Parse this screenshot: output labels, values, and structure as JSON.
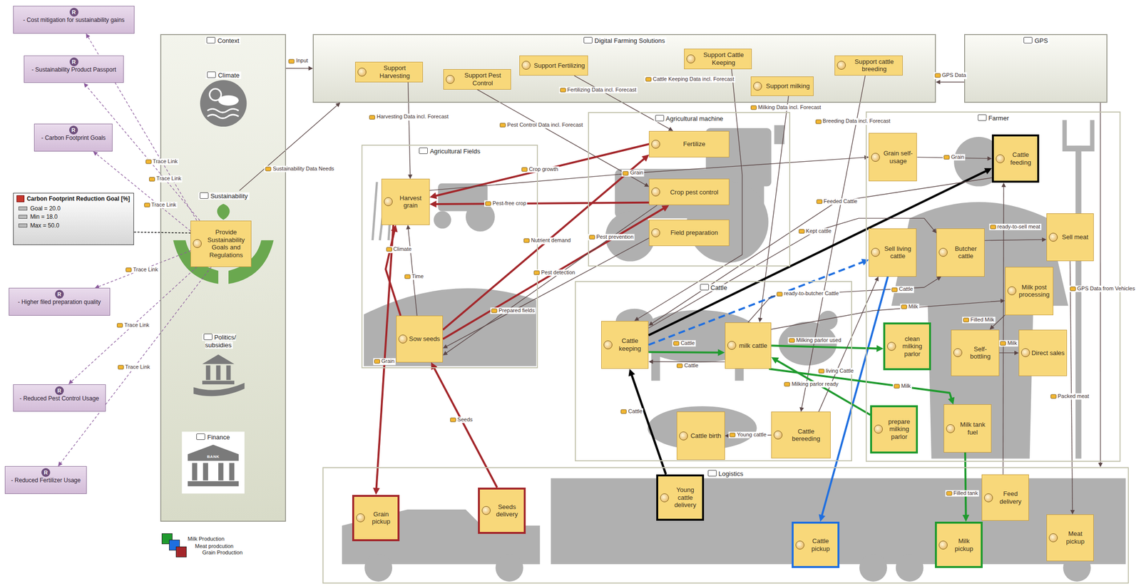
{
  "diagram": {
    "nodes": [
      {
        "text": [
          "R",
          "- Cost mitigation for sustainability gains"
        ]
      },
      {
        "text": [
          "R",
          "- Sustainability Product Passport"
        ]
      },
      {
        "text": [
          "R",
          "- Carbon Footprint Goals"
        ]
      },
      {
        "text": [
          "Carbon Footprint Reduction Goal [%]",
          "Goal = 20.0",
          "Min = 18.0",
          "Max = 50.0"
        ]
      },
      {
        "text": [
          "R",
          "- Higher filed preparation quality"
        ]
      },
      {
        "text": [
          "R",
          "- Reduced Pest Control Usage"
        ]
      },
      {
        "text": [
          "R",
          "- Reduced Fertilizer Usage"
        ]
      },
      {
        "text": [
          "Context"
        ]
      },
      {
        "text": [
          "Climate"
        ],
        "in": 7
      },
      {
        "text": [
          "Sustainability"
        ],
        "in": 7
      },
      {
        "text": [
          "Provide Sustainability Goals and Regulations"
        ],
        "in": 9
      },
      {
        "text": [
          "Politics/ subsidies"
        ],
        "in": 7
      },
      {
        "text": [
          "Finance"
        ],
        "in": 7
      },
      {
        "text": [
          "Digital Farming Solutions"
        ]
      },
      {
        "text": [
          "Support Harvesting"
        ],
        "in": 13
      },
      {
        "text": [
          "Support Pest Control"
        ],
        "in": 13
      },
      {
        "text": [
          "Support Fertilizing"
        ],
        "in": 13
      },
      {
        "text": [
          "Support Cattle Keeping"
        ],
        "in": 13
      },
      {
        "text": [
          "Support milking"
        ],
        "in": 13
      },
      {
        "text": [
          "Support cattle breeding"
        ],
        "in": 13
      },
      {
        "text": [
          "GPS"
        ]
      },
      {
        "text": [
          "Agricultural Fields"
        ]
      },
      {
        "text": [
          "Harvest grain"
        ],
        "in": 21
      },
      {
        "text": [
          "Sow seeds"
        ],
        "in": 21
      },
      {
        "text": [
          "Agricultural machine"
        ]
      },
      {
        "text": [
          "Fertilize"
        ],
        "in": 24
      },
      {
        "text": [
          "Crop pest control"
        ],
        "in": 24
      },
      {
        "text": [
          "Field preparation"
        ],
        "in": 24
      },
      {
        "text": [
          "Cattle"
        ]
      },
      {
        "text": [
          "Cattle keeping"
        ],
        "in": 28
      },
      {
        "text": [
          "milk cattle"
        ],
        "in": 28
      },
      {
        "text": [
          "Cattle birth"
        ],
        "in": 28
      },
      {
        "text": [
          "Cattle bereeding"
        ],
        "in": 28
      },
      {
        "text": [
          "Farmer"
        ]
      },
      {
        "text": [
          "Grain self-usage"
        ],
        "in": 33
      },
      {
        "text": [
          "Cattle feeding"
        ],
        "in": 33
      },
      {
        "text": [
          "Sell living cattle"
        ],
        "in": 33
      },
      {
        "text": [
          "Butcher cattle"
        ],
        "in": 33
      },
      {
        "text": [
          "Sell meat"
        ],
        "in": 33
      },
      {
        "text": [
          "Milk post processing"
        ],
        "in": 33
      },
      {
        "text": [
          "clean milking parlor"
        ],
        "in": 33
      },
      {
        "text": [
          "Self-bottling"
        ],
        "in": 33
      },
      {
        "text": [
          "Direct sales"
        ],
        "in": 33
      },
      {
        "text": [
          "prepare milking parlor"
        ],
        "in": 33
      },
      {
        "text": [
          "Milk tank fuel"
        ],
        "in": 33
      },
      {
        "text": [
          "Logistics"
        ]
      },
      {
        "text": [
          "Grain pickup"
        ],
        "in": 45
      },
      {
        "text": [
          "Seeds delivery"
        ],
        "in": 45
      },
      {
        "text": [
          "Young cattle delivery"
        ],
        "in": 45
      },
      {
        "text": [
          "Cattle pickup"
        ],
        "in": 45
      },
      {
        "text": [
          "Milk pickup"
        ],
        "in": 45
      },
      {
        "text": [
          "Feed delivery"
        ],
        "in": 45
      },
      {
        "text": [
          "Meat pickup"
        ],
        "in": 45
      }
    ],
    "edges": [
      {
        "from": 7,
        "to": 13,
        "label": "Input",
        "arrow": "to"
      },
      {
        "from": 9,
        "to": 13,
        "label": "Sustainability Data Needs",
        "arrow": "to"
      },
      {
        "from": 20,
        "to": 13,
        "label": "GPS Data",
        "arrow": "to"
      },
      {
        "from": 20,
        "to": 45,
        "label": "GPS Data from Vehicles",
        "arrow": "to"
      },
      {
        "from": 10,
        "to": 0,
        "label": "Trace Link",
        "arrow": "to"
      },
      {
        "from": 10,
        "to": 1,
        "label": "Trace Link",
        "arrow": "to"
      },
      {
        "from": 10,
        "to": 2,
        "label": "Trace Link",
        "arrow": "to"
      },
      {
        "from": 10,
        "to": 4,
        "label": "Trace Link",
        "arrow": "to"
      },
      {
        "from": 10,
        "to": 5,
        "label": "Trace Link",
        "arrow": "to"
      },
      {
        "from": 10,
        "to": 6,
        "label": "Trace Link",
        "arrow": "to"
      },
      {
        "from": 10,
        "to": 3,
        "arrow": "none"
      },
      {
        "from": 14,
        "to": 22,
        "label": "Harvesting Data incl. Forecast",
        "arrow": "to"
      },
      {
        "from": 15,
        "to": 26,
        "label": "Pest Control Data incl. Forecast",
        "arrow": "to"
      },
      {
        "from": 16,
        "to": 25,
        "label": "Fertilizing Data incl. Forecast",
        "arrow": "to"
      },
      {
        "from": 17,
        "to": 29,
        "label": "Cattle Keeping Data incl. Forecast",
        "arrow": "to"
      },
      {
        "from": 18,
        "to": 30,
        "label": "Milking Data incl. Forecast",
        "arrow": "to"
      },
      {
        "from": 19,
        "to": 32,
        "label": "Breeding Data incl. Forecast",
        "arrow": "to"
      },
      {
        "from": 25,
        "to": 22,
        "label": "Crop growth",
        "arrow": "to"
      },
      {
        "from": 26,
        "to": 22,
        "label": "Pest-free crop",
        "arrow": "to"
      },
      {
        "from": 23,
        "to": 25,
        "label": "Nutrient demand",
        "arrow": "to"
      },
      {
        "from": 23,
        "to": 26,
        "label": "Pest detection",
        "arrow": "to"
      },
      {
        "from": 27,
        "to": 23,
        "label": "Prepared fields",
        "arrow": "to"
      },
      {
        "from": 26,
        "to": 23,
        "label": "Pest prevention",
        "arrow": "to"
      },
      {
        "from": 23,
        "to": 22,
        "arrow": "to"
      },
      {
        "from": 23,
        "to": 22,
        "label": "Time",
        "arrow": "to"
      },
      {
        "from": 22,
        "to": 46,
        "label": "Grain",
        "arrow": "to"
      },
      {
        "from": 47,
        "to": 23,
        "label": "Seeds",
        "arrow": "to"
      },
      {
        "from": 22,
        "to": 34,
        "label": "Grain",
        "arrow": "to"
      },
      {
        "from": 34,
        "to": 35,
        "label": "Grain",
        "arrow": "to"
      },
      {
        "from": 29,
        "to": 35,
        "arrow": "to"
      },
      {
        "from": 35,
        "to": 29,
        "label": "Feeded Cattle",
        "arrow": "to"
      },
      {
        "from": 29,
        "to": 36,
        "arrow": "to"
      },
      {
        "from": 29,
        "to": 37,
        "label": "Kept cattle",
        "arrow": "to"
      },
      {
        "from": 30,
        "to": 37,
        "label": "ready-to-butcher Cattle",
        "arrow": "to"
      },
      {
        "from": 37,
        "to": 38,
        "label": "ready-to-sell meat",
        "arrow": "to"
      },
      {
        "from": 36,
        "to": 49,
        "label": "Cattle",
        "arrow": "to"
      },
      {
        "from": 48,
        "to": 29,
        "label": "Cattle",
        "arrow": "to"
      },
      {
        "from": 29,
        "to": 30,
        "label": "Cattle",
        "arrow": "to"
      },
      {
        "from": 30,
        "to": 29,
        "label": "Cattle",
        "arrow": "to"
      },
      {
        "from": 30,
        "to": 40,
        "label": "Milking parlor used",
        "arrow": "to"
      },
      {
        "from": 43,
        "to": 30,
        "label": "Milking parlor ready",
        "arrow": "to"
      },
      {
        "from": 30,
        "to": 44,
        "label": "Milk",
        "arrow": "to"
      },
      {
        "from": 44,
        "to": 50,
        "label": "Filled tank",
        "arrow": "to"
      },
      {
        "from": 30,
        "to": 39,
        "label": "Milk",
        "arrow": "to"
      },
      {
        "from": 39,
        "to": 41,
        "label": "Filled Milk",
        "arrow": "to"
      },
      {
        "from": 41,
        "to": 42,
        "label": "Milk",
        "arrow": "to"
      },
      {
        "from": 38,
        "to": 52,
        "label": "Packed meat",
        "arrow": "to"
      },
      {
        "from": 51,
        "to": 35,
        "arrow": "to"
      },
      {
        "from": 32,
        "to": 31,
        "label": "Young cattle",
        "arrow": "to"
      },
      {
        "from": 32,
        "to": 36,
        "label": "living Cattle",
        "arrow": "to"
      }
    ],
    "labels": [
      "Climate",
      "BANK"
    ],
    "legend": [
      {
        "text": "Milk Production",
        "color": "#1f9a2e"
      },
      {
        "text": "Meat prodcution",
        "color": "#1f6fe0"
      },
      {
        "text": "Grain Production",
        "color": "#a3262a"
      }
    ]
  }
}
